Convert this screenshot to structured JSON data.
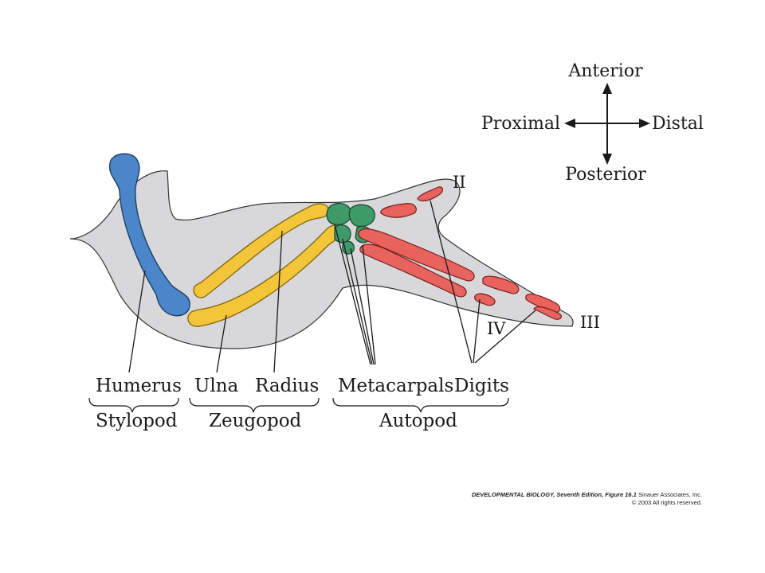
{
  "compass": {
    "anterior": "Anterior",
    "posterior": "Posterior",
    "proximal": "Proximal",
    "distal": "Distal"
  },
  "digit_numerals": {
    "ii": "II",
    "iii": "III",
    "iv": "IV"
  },
  "labels": {
    "humerus": "Humerus",
    "ulna": "Ulna",
    "radius": "Radius",
    "metacarpals": "Metacarpals",
    "digits": "Digits"
  },
  "groups": {
    "stylopod": "Stylopod",
    "zeugopod": "Zeugopod",
    "autopod": "Autopod"
  },
  "credit": {
    "line1_emphasis": "DEVELOPMENTAL BIOLOGY, Seventh Edition, Figure 16.1",
    "line1_rest": " Sinauer Associates, Inc.",
    "line2": "© 2003 All rights reserved."
  },
  "colors": {
    "stylopod_bone": "#4a86c9",
    "zeugopod_bone": "#f3c63a",
    "carpal_bone": "#3f9a6a",
    "digit_bone": "#e8625e",
    "limb_skin": "#d8d8da"
  }
}
